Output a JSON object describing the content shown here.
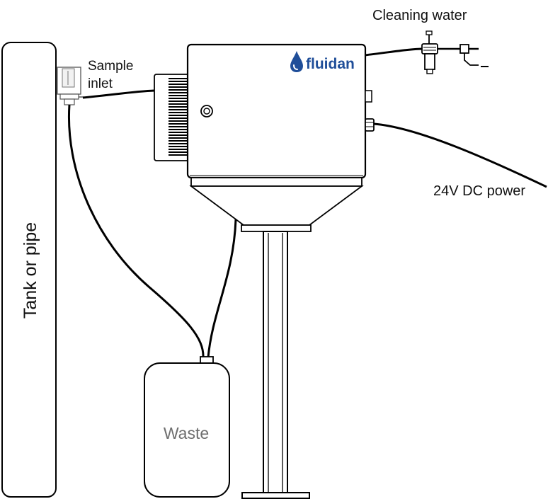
{
  "labels": {
    "cleaning_water": "Cleaning water",
    "sample_inlet_line1": "Sample",
    "sample_inlet_line2": "inlet",
    "dc_power": "24V DC power",
    "tank": "Tank or pipe",
    "waste": "Waste",
    "brand": "fluidan"
  },
  "colors": {
    "brand": "#1f4e99",
    "waste_text": "#6e6e6e",
    "outline": "#000000"
  },
  "icons": {
    "brand_logo": "water-drop-icon",
    "door_lock": "lock-knob-icon"
  }
}
